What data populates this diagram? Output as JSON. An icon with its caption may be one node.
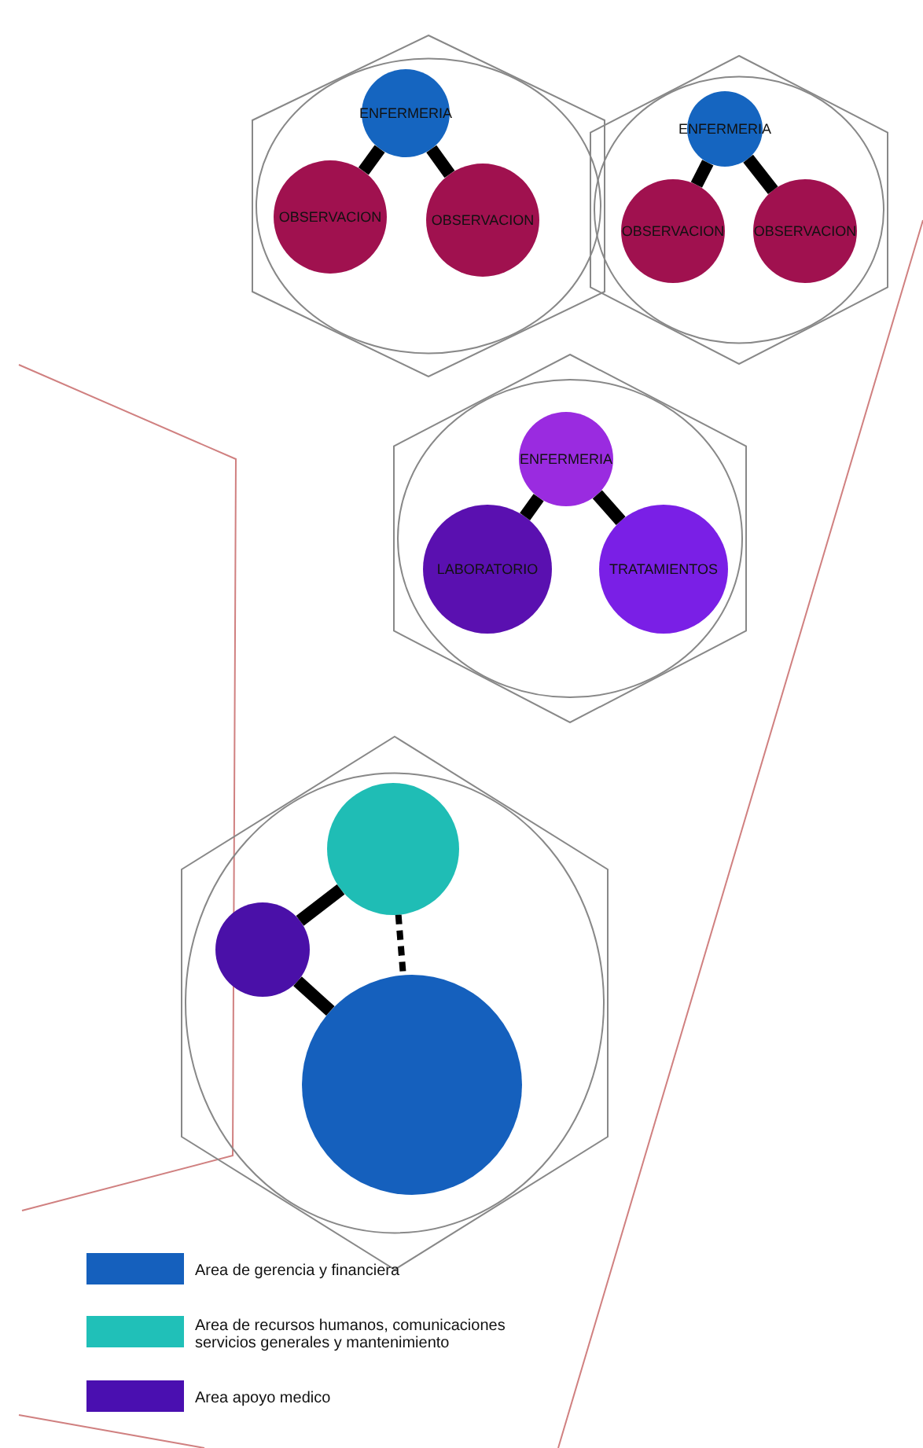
{
  "diagram": {
    "nodes": [
      {
        "text": [],
        "shape": "hexagon"
      },
      {
        "text": [
          "ENFERMERIA"
        ],
        "in": 0
      },
      {
        "text": [
          "OBSERVACION"
        ],
        "in": 0
      },
      {
        "text": [
          "OBSERVACION"
        ],
        "in": 0
      },
      {
        "text": [],
        "shape": "hexagon"
      },
      {
        "text": [
          "ENFERMERIA"
        ],
        "in": 4
      },
      {
        "text": [
          "OBSERVACION"
        ],
        "in": 4
      },
      {
        "text": [
          "OBSERVACION"
        ],
        "in": 4
      },
      {
        "text": [],
        "shape": "hexagon"
      },
      {
        "text": [
          "ENFERMERIA"
        ],
        "in": 8
      },
      {
        "text": [
          "LABORATORIO"
        ],
        "in": 8
      },
      {
        "text": [
          "TRATAMIENTOS"
        ],
        "in": 8
      },
      {
        "text": [],
        "shape": "hexagon"
      },
      {
        "text": [],
        "shape": "circle",
        "in": 12
      },
      {
        "text": [],
        "shape": "circle",
        "in": 12
      },
      {
        "text": [],
        "shape": "circle",
        "in": 12
      }
    ],
    "edges": [
      {
        "from": 1,
        "to": 2,
        "arrow": "none"
      },
      {
        "from": 1,
        "to": 3,
        "arrow": "none"
      },
      {
        "from": 5,
        "to": 6,
        "arrow": "none"
      },
      {
        "from": 5,
        "to": 7,
        "arrow": "none"
      },
      {
        "from": 9,
        "to": 10,
        "arrow": "none"
      },
      {
        "from": 9,
        "to": 11,
        "arrow": "none"
      },
      {
        "from": 13,
        "to": 14,
        "arrow": "none"
      },
      {
        "from": 14,
        "to": 15,
        "arrow": "none"
      },
      {
        "from": 13,
        "to": 15,
        "arrow": "none",
        "style": "dashed"
      }
    ],
    "legend": [
      {
        "text": "Area de gerencia y financiera",
        "color": "#1560bd"
      },
      {
        "text": "Area de recursos humanos, comunicaciones servicios generales y mantenimiento",
        "color": "#20c0b8"
      },
      {
        "text": "Area apoyo medico",
        "color": "#4a0fb0"
      }
    ]
  }
}
